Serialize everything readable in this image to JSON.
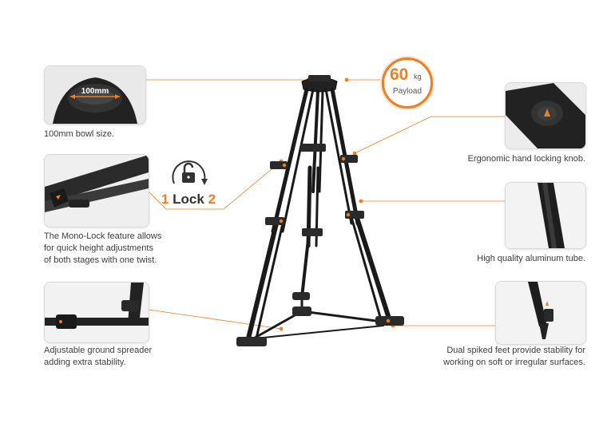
{
  "colors": {
    "accent": "#ef7d22",
    "line": "#ef7d22",
    "tripod": "#1a1a1a"
  },
  "payload": {
    "value": "60",
    "unit": "kg",
    "label": "Payload"
  },
  "lock_badge": {
    "left_number": "1",
    "word": "Lock",
    "right_number": "2",
    "icon": "unlock-rotate-icon"
  },
  "features": {
    "bowl": {
      "caption": "100mm bowl size.",
      "inset_label": "100mm"
    },
    "mono_lock": {
      "caption_lines": [
        "The Mono-Lock feature allows",
        "for quick height adjustments",
        "of both stages with one twist."
      ]
    },
    "spreader": {
      "caption_lines": [
        "Adjustable ground spreader",
        "adding extra stability."
      ]
    },
    "knob": {
      "caption": "Ergonomic hand locking knob."
    },
    "tube": {
      "caption": "High quality aluminum tube."
    },
    "feet": {
      "caption_lines": [
        "Dual spiked feet provide stability for",
        "working on soft or irregular surfaces."
      ]
    }
  }
}
